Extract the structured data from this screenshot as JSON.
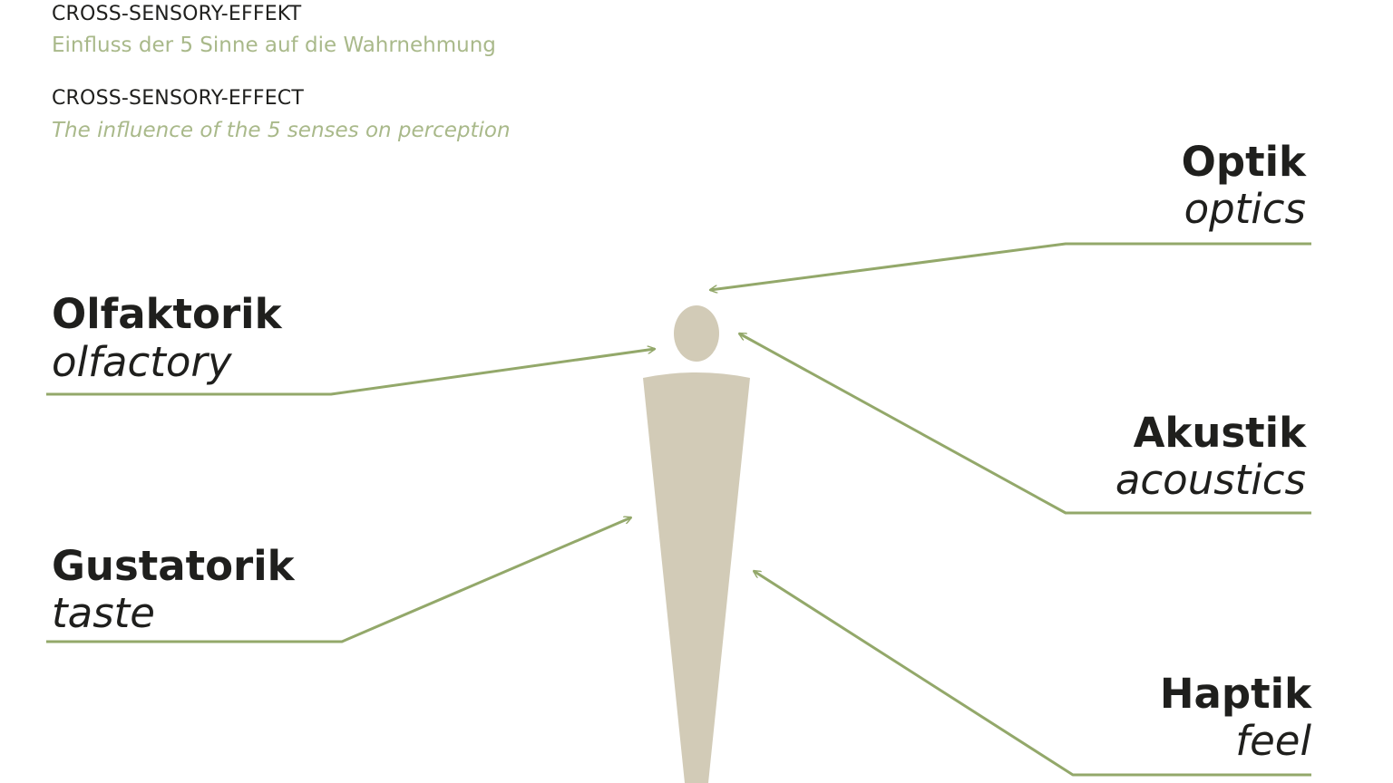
{
  "header": {
    "title_de": "CROSS-SENSORY-EFFEKT",
    "subtitle_de": "Einfluss der 5 Sinne auf die Wahrnehmung",
    "title_en": "CROSS-SENSORY-EFFECT",
    "subtitle_en": "The influence of the 5 senses on perception"
  },
  "senses": {
    "optik": {
      "de": "Optik",
      "en": "optics"
    },
    "olfaktorik": {
      "de": "Olfaktorik",
      "en": "olfactory"
    },
    "akustik": {
      "de": "Akustik",
      "en": "acoustics"
    },
    "gustatorik": {
      "de": "Gustatorik",
      "en": "taste"
    },
    "haptik": {
      "de": "Haptik",
      "en": "feel"
    }
  },
  "colors": {
    "accent_green": "#93a86a",
    "subtitle_green": "#a9b98a",
    "figure_beige": "#d2cbb7",
    "text_dark": "#1f1f1d"
  },
  "icons": {
    "figure": "human-figure-icon",
    "arrow": "arrowhead"
  }
}
